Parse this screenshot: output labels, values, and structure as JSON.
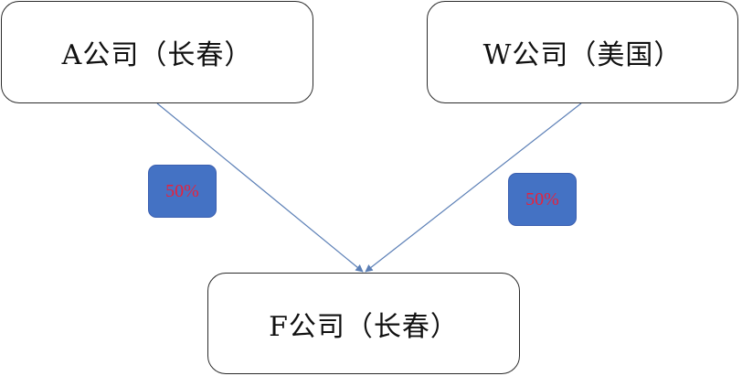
{
  "nodes": {
    "a": {
      "label": "A公司（长春）"
    },
    "w": {
      "label": "W公司（美国）"
    },
    "f": {
      "label": "F公司（长春）"
    }
  },
  "edges": [
    {
      "from": "A公司（长春）",
      "to": "F公司（长春）",
      "share": "50%"
    },
    {
      "from": "W公司（美国）",
      "to": "F公司（长春）",
      "share": "50%"
    }
  ],
  "colors": {
    "arrow": "#5b7fb6",
    "badge_fill": "#4472c4",
    "badge_text": "#e8213b"
  }
}
